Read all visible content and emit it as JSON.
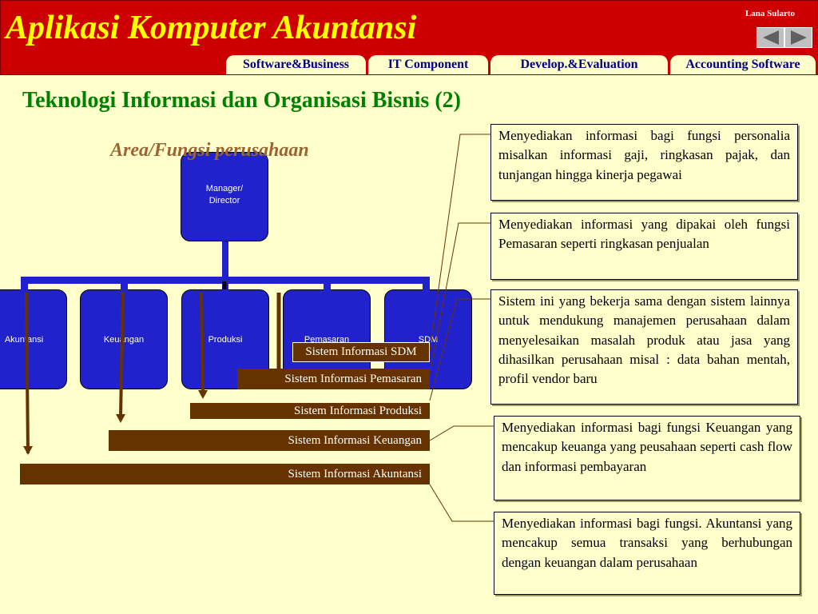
{
  "header": {
    "title": "Aplikasi Komputer Akuntansi",
    "author": "Lana Sularto",
    "nav": {
      "prev_icon": "triangle-left-icon",
      "next_icon": "triangle-right-icon"
    },
    "tabs": [
      {
        "label": "Software&Business"
      },
      {
        "label": "IT Component"
      },
      {
        "label": "Develop.&Evaluation"
      },
      {
        "label": "Accounting Software"
      }
    ]
  },
  "slide": {
    "title": "Teknologi Informasi dan Organisasi Bisnis (2)",
    "subtitle": "Area/Fungsi perusahaan"
  },
  "org": {
    "manager_line1": "Manager/",
    "manager_line2": "Director",
    "departments": [
      {
        "label": "Akuntansi"
      },
      {
        "label": "Keuangan"
      },
      {
        "label": "Produksi"
      },
      {
        "label": "Pemasaran"
      },
      {
        "label": "SDM"
      }
    ]
  },
  "systems": {
    "sdm": "Sistem Informasi SDM",
    "pemasaran": "Sistem Informasi Pemasaran",
    "produksi": "Sistem Informasi Produksi",
    "keuangan": "Sistem Informasi Keuangan",
    "akuntansi": "Sistem Informasi Akuntansi"
  },
  "descriptions": {
    "sdm": "Menyediakan informasi bagi fungsi personalia misalkan informasi gaji, ringkasan pajak, dan tunjangan hingga kinerja pegawai",
    "pemasaran": "Menyediakan informasi yang dipakai oleh fungsi Pemasaran seperti ringkasan penjualan",
    "produksi": "Sistem ini yang bekerja sama dengan sistem lainnya untuk mendukung manajemen perusahaan dalam menyelesaikan masalah produk atau jasa yang dihasilkan perusahaan misal : data bahan mentah, profil vendor baru",
    "keuangan": "Menyediakan informasi bagi fungsi Keuangan yang mencakup keuanga yang peusahaan seperti cash flow dan informasi pembayaran",
    "akuntansi": "Menyediakan informasi bagi fungsi. Akuntansi yang mencakup semua transaksi yang berhubungan dengan keuangan dalam perusahaan"
  },
  "colors": {
    "header_bg": "#CC0000",
    "title_text": "#FFFF00",
    "slide_bg": "#FFFFCC",
    "slide_title": "#008000",
    "org_box": "#2222CC",
    "system_bar": "#663300"
  }
}
